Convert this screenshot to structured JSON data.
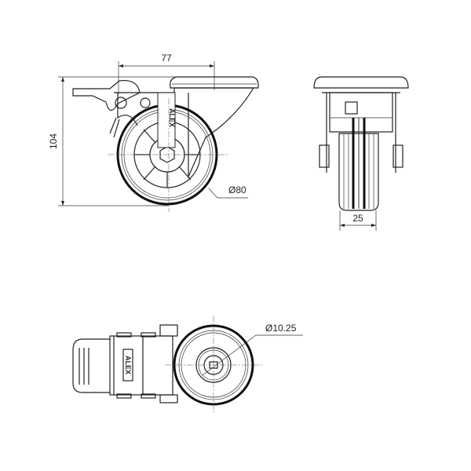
{
  "drawing": {
    "side_view": {
      "width_dim": "77",
      "height_dim": "104",
      "wheel_diameter": "Ø80",
      "brand": "ALEX"
    },
    "front_view": {
      "wheel_width_dim": "25"
    },
    "top_view": {
      "bore_diameter": "Ø10.25",
      "brand": "ALEX"
    }
  }
}
